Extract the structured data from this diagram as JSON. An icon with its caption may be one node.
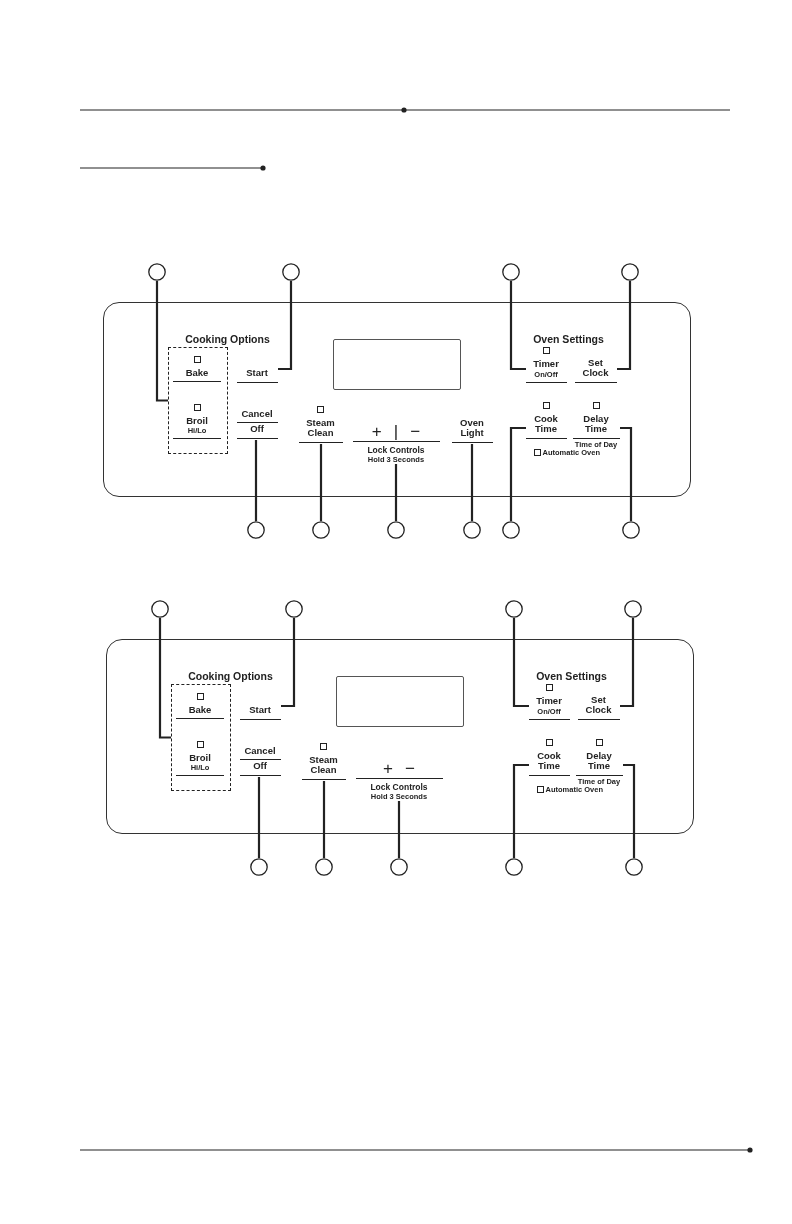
{
  "diagram": {
    "nodes": [
      {
        "text": [],
        "shape": "circle"
      },
      {
        "text": [],
        "shape": "circle"
      },
      {
        "text": [],
        "shape": "circle"
      },
      {
        "text": [],
        "shape": "circle"
      },
      {
        "text": [
          "Cooking Options",
          "Oven Settings",
          "Automatic Oven"
        ]
      },
      {
        "text": [],
        "shape": "box",
        "in": 4
      },
      {
        "text": [
          "Bake"
        ],
        "in": 5
      },
      {
        "text": [
          "Broil",
          "Hi/Lo"
        ],
        "in": 5
      },
      {
        "text": [
          "Start"
        ],
        "in": 4
      },
      {
        "text": [
          "Cancel",
          "Off"
        ],
        "in": 4
      },
      {
        "text": [
          "Steam **Clean**"
        ],
        "in": 4
      },
      {
        "text": [
          "+",
          "|",
          "−",
          "Lock Controls",
          "Hold 3 Seconds"
        ],
        "in": 4
      },
      {
        "text": [
          "Oven Light"
        ],
        "in": 4
      },
      {
        "text": [
          "Timer",
          "On/Off"
        ],
        "in": 4
      },
      {
        "text": [
          "Set Clock"
        ],
        "in": 4
      },
      {
        "text": [
          "Cook Time"
        ],
        "in": 4
      },
      {
        "text": [
          "Delay Time",
          "Time of Day"
        ],
        "in": 4
      },
      {
        "text": [],
        "shape": "circle"
      },
      {
        "text": [],
        "shape": "circle"
      },
      {
        "text": [],
        "shape": "circle"
      },
      {
        "text": [],
        "shape": "circle"
      },
      {
        "text": [],
        "shape": "circle"
      },
      {
        "text": [],
        "shape": "circle"
      },
      {
        "text": [],
        "shape": "circle"
      },
      {
        "text": [],
        "shape": "circle"
      },
      {
        "text": [],
        "shape": "circle"
      },
      {
        "text": [],
        "shape": "circle"
      },
      {
        "text": [
          "Cooking Options",
          "Oven Settings",
          "Automatic Oven"
        ]
      },
      {
        "text": [],
        "shape": "box",
        "in": 27
      },
      {
        "text": [
          "Bake"
        ],
        "in": 28
      },
      {
        "text": [
          "Broil",
          "Hi/Lo"
        ],
        "in": 28
      },
      {
        "text": [
          "Start"
        ],
        "in": 27
      },
      {
        "text": [
          "Cancel",
          "Off"
        ],
        "in": 27
      },
      {
        "text": [
          "Steam **Clean**"
        ],
        "in": 27
      },
      {
        "text": [
          "+",
          "−",
          "Lock Controls",
          "Hold 3 Seconds"
        ],
        "in": 27
      },
      {
        "text": [
          "Timer",
          "On/Off"
        ],
        "in": 27
      },
      {
        "text": [
          "Set Clock"
        ],
        "in": 27
      },
      {
        "text": [
          "Cook Time"
        ],
        "in": 27
      },
      {
        "text": [
          "Delay Time",
          "Time of Day"
        ],
        "in": 27
      },
      {
        "text": [],
        "shape": "circle"
      },
      {
        "text": [],
        "shape": "circle"
      },
      {
        "text": [],
        "shape": "circle"
      },
      {
        "text": [],
        "shape": "circle"
      },
      {
        "text": [],
        "shape": "circle"
      },
      {
        "text": [],
        "shape": "box",
        "in": 4
      },
      {
        "text": [],
        "shape": "box",
        "in": 27
      }
    ],
    "edges": [
      {
        "from": 0,
        "to": 5,
        "arrow": "none"
      },
      {
        "from": 1,
        "to": 8,
        "arrow": "none"
      },
      {
        "from": 2,
        "to": 13,
        "arrow": "none"
      },
      {
        "from": 3,
        "to": 14,
        "arrow": "none"
      },
      {
        "from": 17,
        "to": 9,
        "arrow": "none"
      },
      {
        "from": 18,
        "to": 10,
        "arrow": "none"
      },
      {
        "from": 19,
        "to": 11,
        "arrow": "none"
      },
      {
        "from": 20,
        "to": 12,
        "arrow": "none"
      },
      {
        "from": 21,
        "to": 15,
        "arrow": "none"
      },
      {
        "from": 22,
        "to": 16,
        "arrow": "none"
      },
      {
        "from": 23,
        "to": 28,
        "arrow": "none"
      },
      {
        "from": 24,
        "to": 31,
        "arrow": "none"
      },
      {
        "from": 25,
        "to": 35,
        "arrow": "none"
      },
      {
        "from": 26,
        "to": 36,
        "arrow": "none"
      },
      {
        "from": 39,
        "to": 32,
        "arrow": "none"
      },
      {
        "from": 40,
        "to": 33,
        "arrow": "none"
      },
      {
        "from": 41,
        "to": 34,
        "arrow": "none"
      },
      {
        "from": 42,
        "to": 37,
        "arrow": "none"
      },
      {
        "from": 43,
        "to": 38,
        "arrow": "none"
      }
    ]
  }
}
